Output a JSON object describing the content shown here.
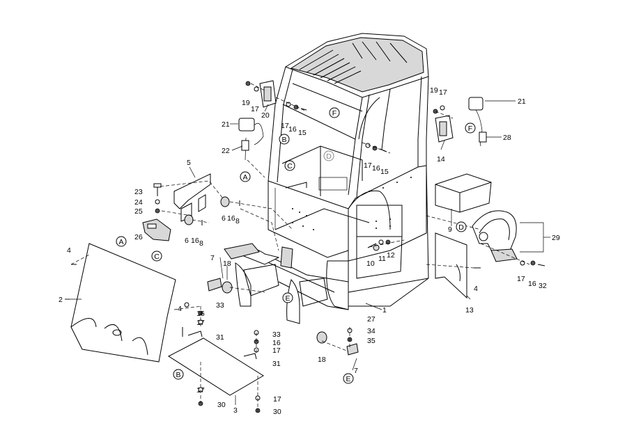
{
  "callouts": {
    "c1": "1",
    "c2": "2",
    "c3": "3",
    "c4a": "4",
    "c4b": "4",
    "c4c": "4",
    "c5": "5",
    "c6a": "6",
    "c6b": "6",
    "c7a": "7",
    "c7b": "7",
    "c8a": "8",
    "c8b": "8",
    "c9": "9",
    "c10": "10",
    "c11": "11",
    "c12": "12",
    "c13": "13",
    "c14": "14",
    "c15a": "15",
    "c15b": "15",
    "c16a": "16",
    "c16b": "16",
    "c16c": "16",
    "c16d": "16",
    "c16e": "16",
    "c16f": "16",
    "c16g": "16",
    "c17a": "17",
    "c17b": "17",
    "c17c": "17",
    "c17d": "17",
    "c17e": "17",
    "c17f": "17",
    "c17g": "17",
    "c17h": "17",
    "c17i": "17",
    "c18a": "18",
    "c18b": "18",
    "c19a": "19",
    "c19b": "19",
    "c20": "20",
    "c21a": "21",
    "c21b": "21",
    "c22": "22",
    "c23": "23",
    "c24": "24",
    "c25": "25",
    "c26": "26",
    "c27": "27",
    "c28": "28",
    "c29": "29",
    "c30a": "30",
    "c30b": "30",
    "c31a": "31",
    "c31b": "31",
    "c32": "32",
    "c33a": "33",
    "c33b": "33",
    "c34": "34",
    "c35": "35"
  },
  "refs": {
    "A1": "A",
    "A2": "A",
    "B1": "B",
    "B2": "B",
    "C1": "C",
    "C2": "C",
    "D1": "D",
    "D2": "D",
    "E1": "E",
    "E2": "E",
    "F1": "F",
    "F2": "F"
  }
}
